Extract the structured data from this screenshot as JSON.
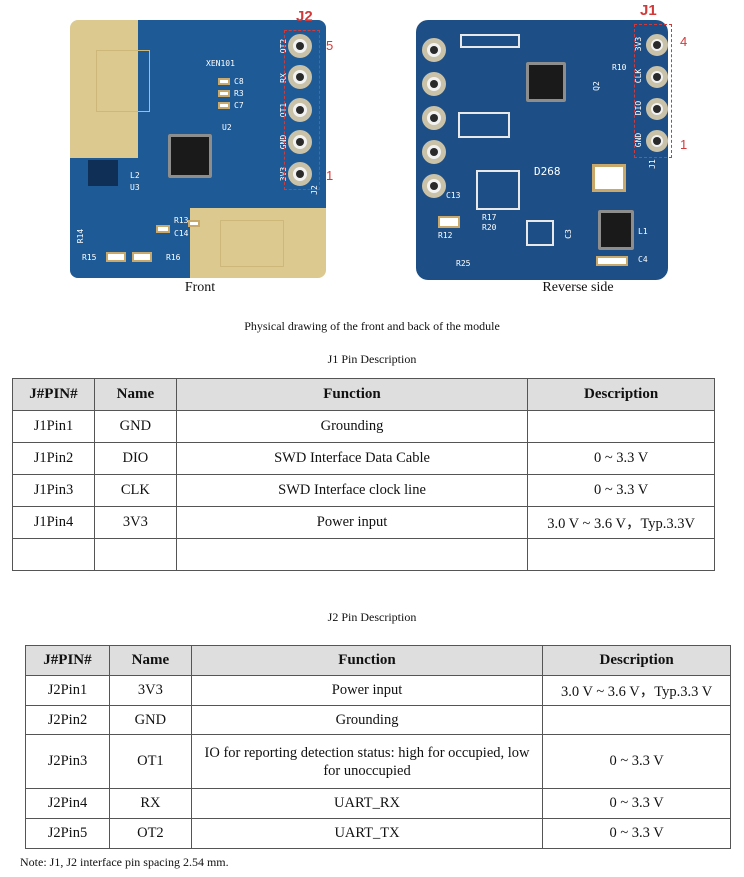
{
  "front": {
    "caption": "Front",
    "connector_label": "J2",
    "pin_top_number": "5",
    "pin_bottom_number": "1",
    "silk_pins": [
      "OT2",
      "RX",
      "OT1",
      "GND",
      "3V3"
    ],
    "silk_misc": [
      "XEN101",
      "C8",
      "R3",
      "C7",
      "U2",
      "L2",
      "U3",
      "R13",
      "C14",
      "R14",
      "R15",
      "R16",
      "J2"
    ]
  },
  "back": {
    "caption": "Reverse side",
    "connector_label": "J1",
    "pin_top_number": "4",
    "pin_bottom_number": "1",
    "silk_pins": [
      "3V3",
      "CLK",
      "DIO",
      "GND"
    ],
    "silk_misc": [
      "D268",
      "R10",
      "Q2",
      "C13",
      "R12",
      "R17",
      "R20",
      "R25",
      "C3",
      "L1",
      "C4",
      "J1"
    ]
  },
  "figure_caption": "Physical drawing of the front and back of the module",
  "j1": {
    "title": "J1 Pin Description",
    "headers": [
      "J#PIN#",
      "Name",
      "Function",
      "Description"
    ],
    "rows": [
      [
        "J1Pin1",
        "GND",
        "Grounding",
        ""
      ],
      [
        "J1Pin2",
        "DIO",
        "SWD Interface Data Cable",
        "0 ~ 3.3 V"
      ],
      [
        "J1Pin3",
        "CLK",
        "SWD Interface clock line",
        "0 ~ 3.3 V"
      ],
      [
        "J1Pin4",
        "3V3",
        "Power input",
        "3.0 V ~ 3.6 V，Typ.3.3V"
      ],
      [
        "",
        "",
        "",
        ""
      ]
    ]
  },
  "j2": {
    "title": "J2 Pin Description",
    "headers": [
      "J#PIN#",
      "Name",
      "Function",
      "Description"
    ],
    "rows": [
      [
        "J2Pin1",
        "3V3",
        "Power input",
        "3.0 V ~ 3.6 V，Typ.3.3 V"
      ],
      [
        "J2Pin2",
        "GND",
        "Grounding",
        ""
      ],
      [
        "J2Pin3",
        "OT1",
        "IO for reporting detection status: high for occupied, low for unoccupied",
        "0 ~ 3.3 V"
      ],
      [
        "J2Pin4",
        "RX",
        "UART_RX",
        "0 ~ 3.3 V"
      ],
      [
        "J2Pin5",
        "OT2",
        "UART_TX",
        "0 ~ 3.3 V"
      ]
    ]
  },
  "note": "Note: J1, J2 interface pin spacing 2.54 mm."
}
